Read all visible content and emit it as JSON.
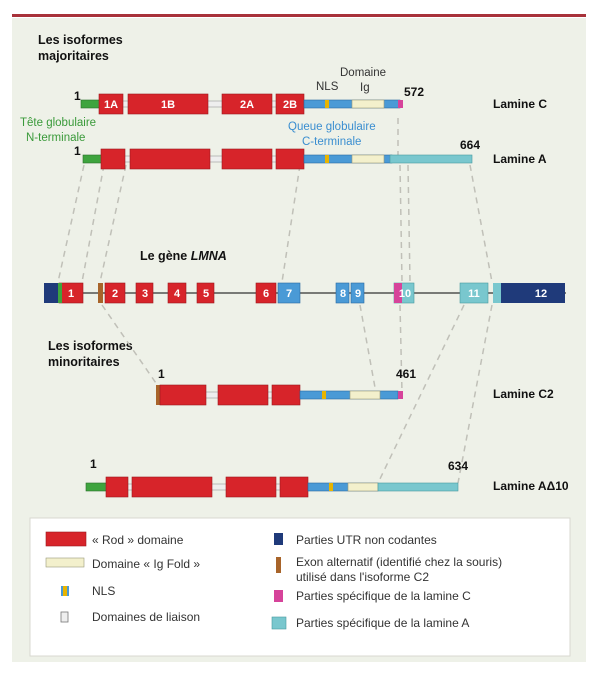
{
  "colors": {
    "rod": "#d7242a",
    "ig": "#f3f0cc",
    "tail": "#4a9ad6",
    "nls": "#e8b400",
    "link": "#eeeeee",
    "utr": "#1f3a7a",
    "alt_exon": "#a8642a",
    "lamin_c_specific": "#d6439a",
    "lamin_a_specific": "#79c7ce",
    "head": "#3ea43e",
    "label_green": "#3a9a3a",
    "label_blue": "#3a8ed0"
  },
  "labels": {
    "major_isoforms": [
      "Les isoformes",
      "majoritaires"
    ],
    "minor_isoforms": [
      "Les isoformes",
      "minoritaires"
    ],
    "gene_title_prefix": "Le gène ",
    "gene_name": "LMNA",
    "head": [
      "Tête globulaire",
      "N-terminale"
    ],
    "tail": [
      "Queue globulaire",
      "C-terminale"
    ],
    "nls": "NLS",
    "ig_domain": [
      "Domaine",
      "Ig"
    ]
  },
  "rod_segments": [
    "1A",
    "1B",
    "2A",
    "2B"
  ],
  "isoforms": [
    {
      "name": "Lamine C",
      "start": "1",
      "end": "572"
    },
    {
      "name": "Lamine A",
      "start": "1",
      "end": "664"
    },
    {
      "name": "Lamine C2",
      "start": "1",
      "end": "461"
    },
    {
      "name": "Lamine AΔ10",
      "start": "1",
      "end": "634"
    }
  ],
  "exons": [
    "1",
    "2",
    "3",
    "4",
    "5",
    "6",
    "7",
    "8",
    "9",
    "10",
    "11",
    "12"
  ],
  "legend": [
    {
      "key": "rod",
      "label": "« Rod » domaine"
    },
    {
      "key": "ig",
      "label": "Domaine « Ig Fold »"
    },
    {
      "key": "nls",
      "label": "NLS"
    },
    {
      "key": "link",
      "label": "Domaines de liaison"
    },
    {
      "key": "utr",
      "label": "Parties UTR non codantes"
    },
    {
      "key": "alt_exon",
      "label": [
        "Exon alternatif (identifié chez la souris)",
        "utilisé dans l'isoforme C2"
      ]
    },
    {
      "key": "lamin_c_specific",
      "label": "Parties spécifique de la lamine C"
    },
    {
      "key": "lamin_a_specific",
      "label": "Parties spécifique de la lamine A"
    }
  ]
}
